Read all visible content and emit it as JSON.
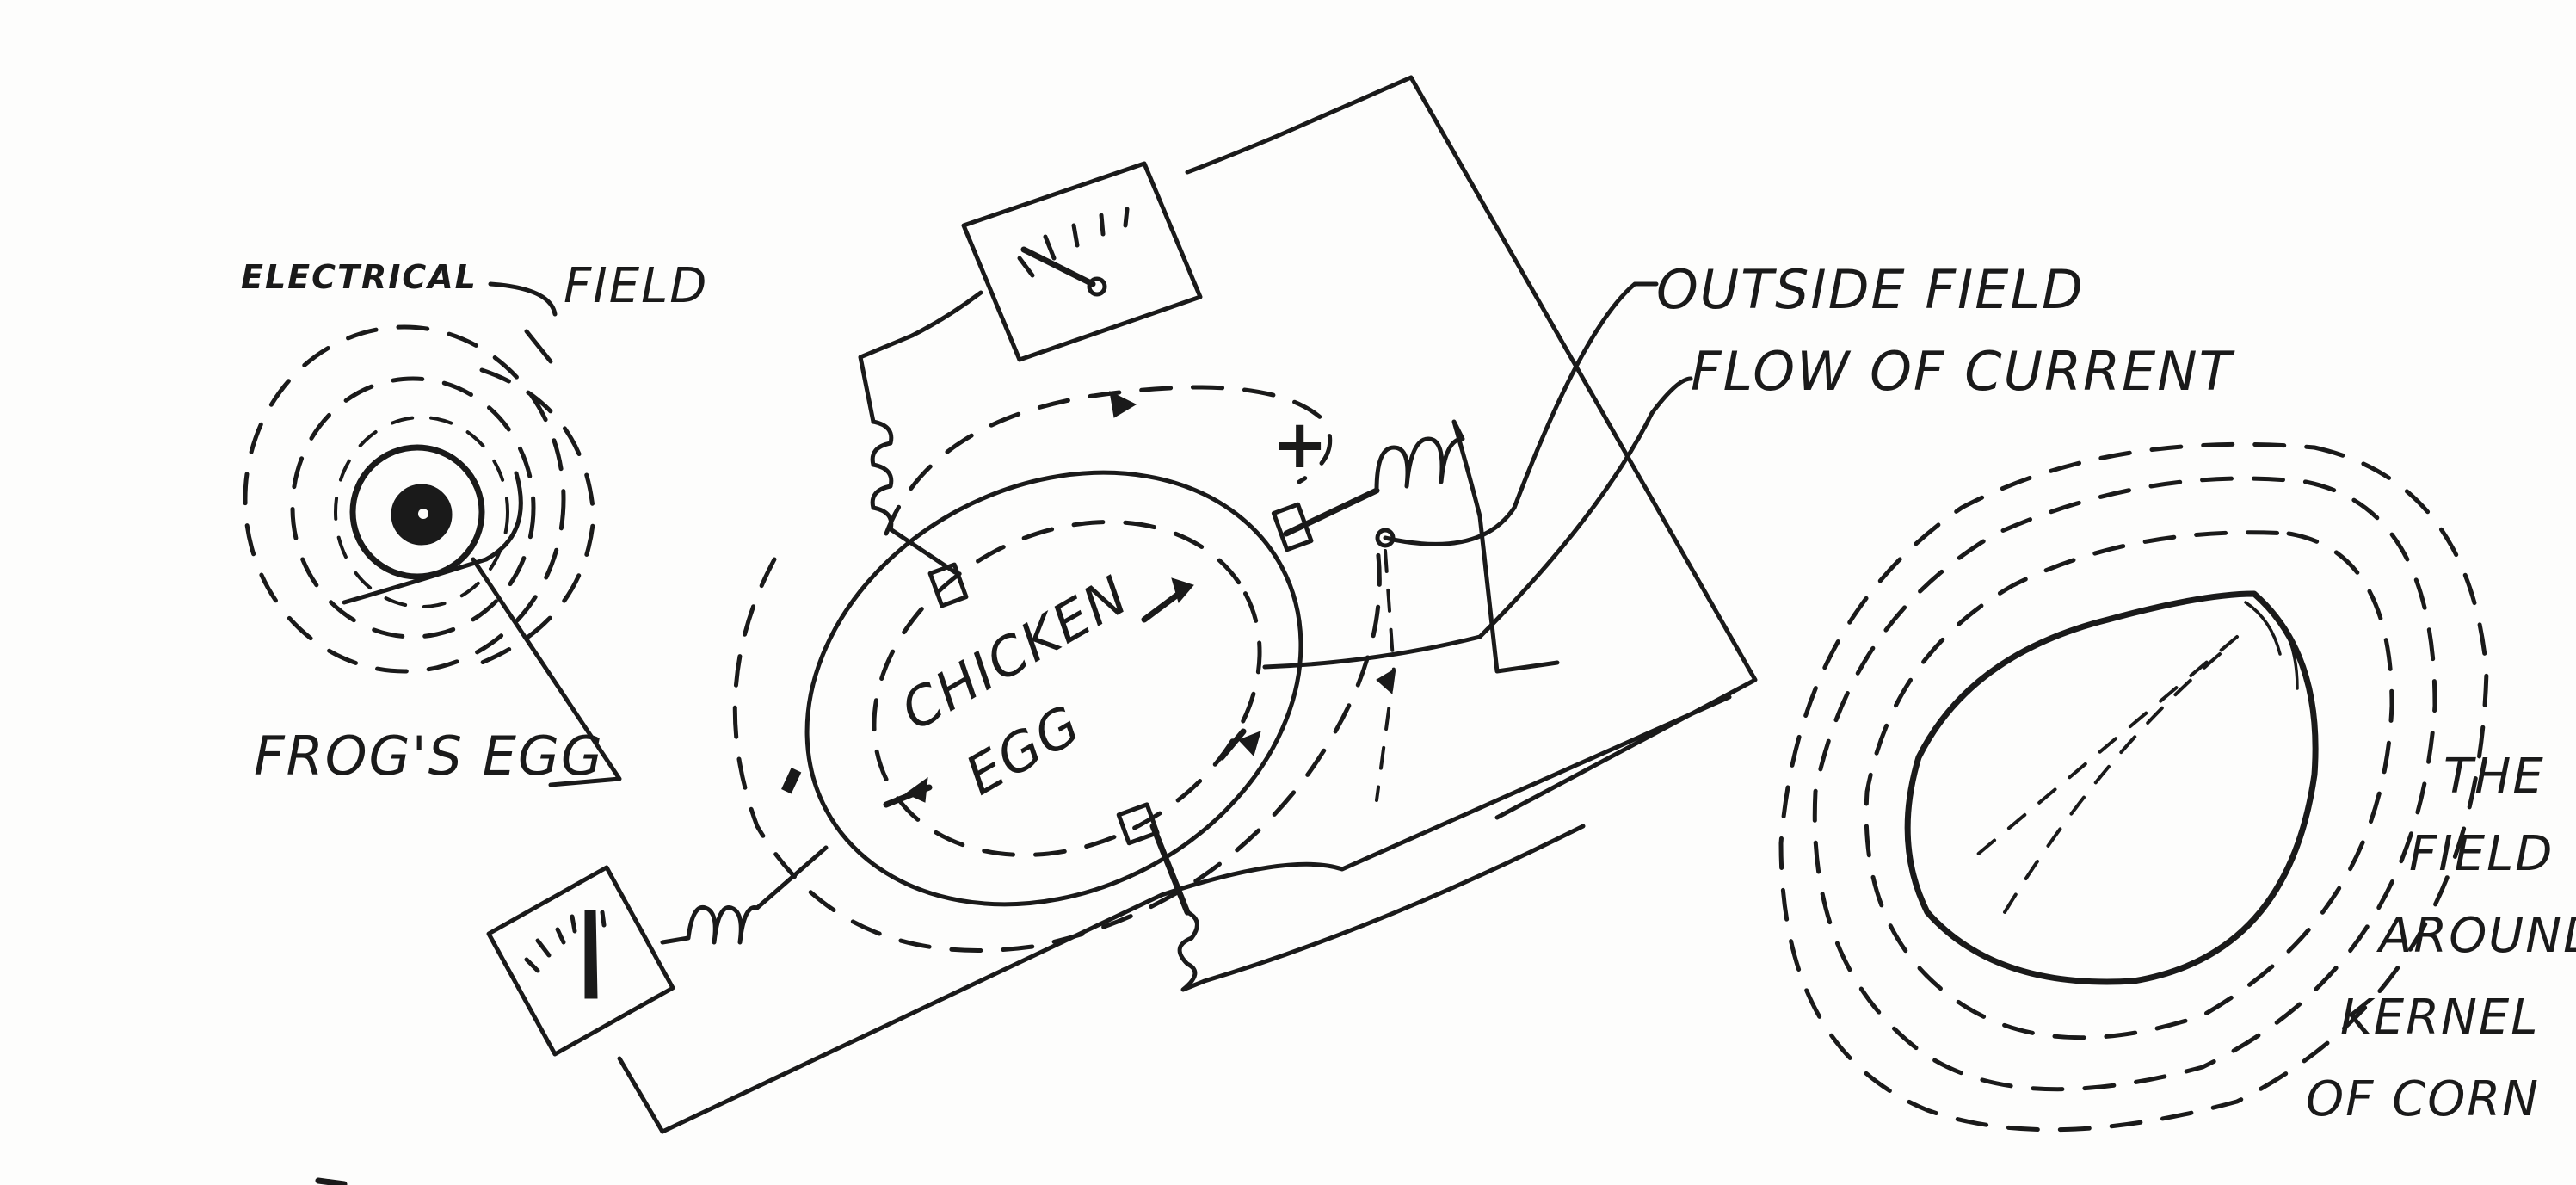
{
  "diagram": {
    "labels": {
      "electrical": "ELECTRICAL",
      "field": "FIELD",
      "frogs_egg": "FROG'S EGG",
      "chicken_egg_line1": "CHICKEN",
      "chicken_egg_line2": "EGG",
      "outside_field": "OUTSIDE FIELD",
      "flow_of_current": "FLOW OF CURRENT",
      "plus_sign": "+",
      "minus_sign": "-",
      "kernel_caption": [
        "THE",
        "FIELD",
        "AROUND A",
        "KERNEL",
        "OF CORN"
      ]
    },
    "components": [
      {
        "name": "frogs-egg",
        "type": "cell"
      },
      {
        "name": "chicken-egg",
        "type": "egg"
      },
      {
        "name": "corn-kernel",
        "type": "seed"
      },
      {
        "name": "upper-meter",
        "type": "galvanometer"
      },
      {
        "name": "lower-meter",
        "type": "galvanometer"
      },
      {
        "name": "coil",
        "type": "inductor",
        "count": 3
      }
    ],
    "colors": {
      "ink": "#1a1a1a",
      "paper": "#fdfdfc"
    }
  }
}
